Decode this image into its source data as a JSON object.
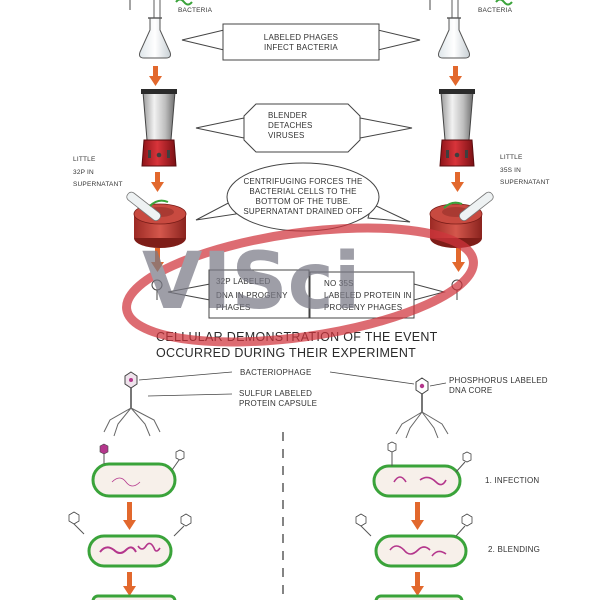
{
  "top": {
    "bacteria_left": "BACTERIA",
    "bacteria_right": "BACTERIA"
  },
  "boxes": {
    "infect": [
      "LABELED PHAGES",
      "INFECT BACTERIA"
    ],
    "blender": [
      "BLENDER",
      "DETACHES",
      "VIRUSES"
    ],
    "centrifuge": [
      "CENTRIFUGING FORCES THE",
      "BACTERIAL CELLS TO THE",
      "BOTTOM OF THE TUBE.",
      "SUPERNATANT DRAINED OFF"
    ],
    "result_left": [
      "32P LABELED",
      "DNA IN PROGENY",
      "PHAGES"
    ],
    "result_right": [
      "NO 35S",
      "LABELED PROTEIN IN",
      "PROGENY PHAGES"
    ]
  },
  "side_labels": {
    "left": [
      "LITTLE",
      "32P IN",
      "SUPERNATANT"
    ],
    "right": [
      "LITTLE",
      "35S IN",
      "SUPERNATANT"
    ]
  },
  "heading": {
    "line1": "CELLULAR DEMONSTRATION OF THE EVENT",
    "line2": "OCCURRED DURING THEIR EXPERIMENT"
  },
  "labels": {
    "bacteriophage": "BACTERIOPHAGE",
    "sulfur": [
      "SULFUR LABELED",
      "PROTEIN CAPSULE"
    ],
    "phosphorus": [
      "PHOSPHORUS LABELED",
      "DNA CORE"
    ]
  },
  "steps": {
    "infection": "1. INFECTION",
    "blending": "2. BLENDING"
  },
  "watermark": "VISci",
  "colors": {
    "arrow": "#e2682d",
    "blender_base": "#c4242a",
    "cell_border": "#3aa33a",
    "cell_fill": "#f7f0ea",
    "dna": "#b4368c",
    "watermark_red": "#d0343c",
    "watermark_gray": "#7a7a86"
  }
}
